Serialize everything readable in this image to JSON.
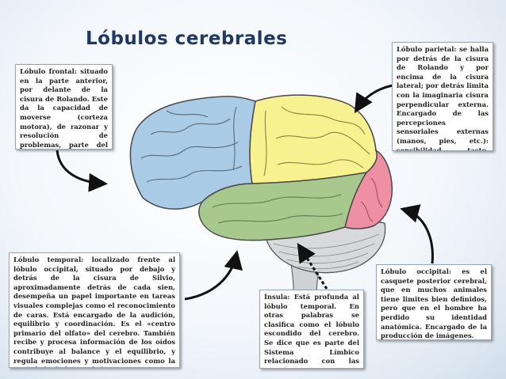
{
  "title": "Lóbulos cerebrales",
  "colors": {
    "frontal": "#a9cbe6",
    "parietal": "#f7f28f",
    "temporal": "#a8c98e",
    "occipital": "#ef8fa4",
    "cerebellum": "#d7d9dc",
    "stem": "#cfd3d6",
    "title": "#1f3864"
  },
  "descriptions": {
    "frontal": "Lóbulo frontal: situado en la parte anterior, por delante de la cisura de Rolando. Este da la capacidad de moverse (corteza motora), de razonar y resolución de problemas, parte del lenguaje y emociones.",
    "parietal": "Lóbulo parietal: se halla por detrás de la cisura de Rolando y por encima de la cisura lateral; por detrás limita con la imaginaria cisura perpendicular externa. Encargado de las percepciones sensoriales externas (manos, pies, etc.): sensibilidad, tacto, percepción, presión, temperatura y dolor.",
    "temporal": "Lóbulo temporal: localizado frente al lóbulo occipital, situado por debajo y detrás de la cisura de Silvio, aproximadamente detrás de cada sien, desempeña un papel importante en tareas visuales complejas como el reconocimiento de caras. Está encargado de la audición, equilibrio y coordinación. Es el «centro primario del olfato» del cerebro. También recibe y procesa información de los oídos contribuye al balance y el equilibrio, y regula emociones y motivaciones como la ansiedad, el placer y la ira.",
    "insula": "Ínsula: Está profunda al lóbulo temporal. En otras palabras se clasifica como el lóbulo escondido del cerebro. Se dice que es parte del Sistema Límbico relacionado con las emociones",
    "occipital": "Lóbulo occipital: es el casquete posterior cerebral, que en muchos animales tiene limites bien definidos, pero que en el hombre ha perdido su identidad anatómica. Encargado de la producción de imágenes."
  }
}
